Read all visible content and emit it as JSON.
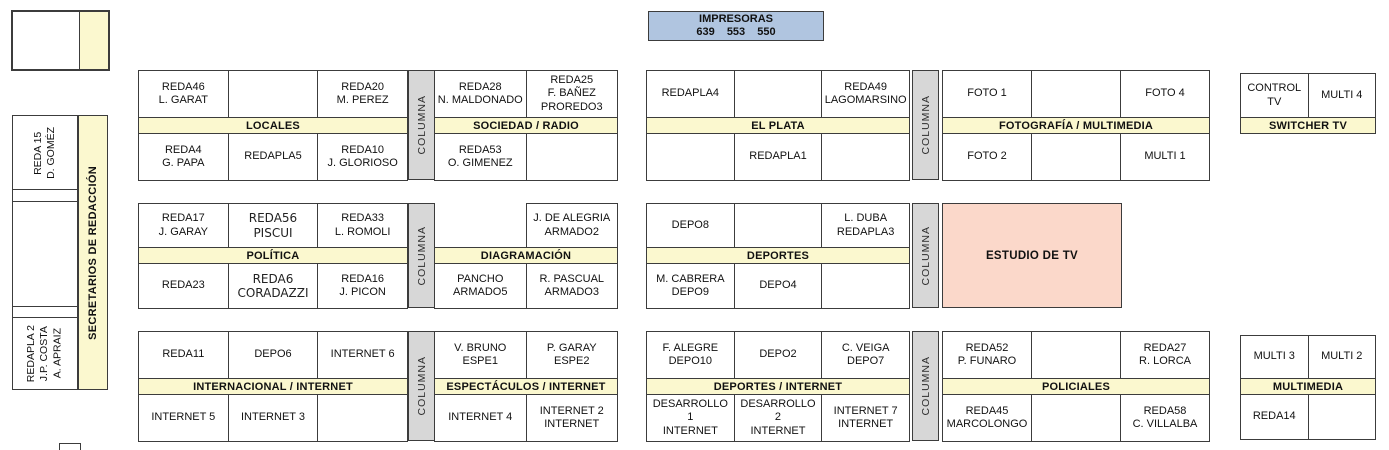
{
  "impresoras": {
    "title": "IMPRESORAS",
    "numbers": "639 553 550"
  },
  "legend": {
    "columna": "COLUMNA"
  },
  "sidebar": {
    "strip": "SECRETARIOS DE REDACCIÓN",
    "top_cell": [
      "REDA 15",
      "D. GOMÉZ"
    ],
    "bottom_cell": [
      "REDAPLA 2",
      "J.P. COSTA",
      "A. APRAIZ"
    ]
  },
  "estudio": {
    "label": "ESTUDIO DE TV"
  },
  "colors": {
    "label_yellow": "#fbf8cf",
    "pillar_gray": "#d7d7d7",
    "printers_blue": "#b0c5e0",
    "studio_pink": "#fbd8ca"
  },
  "groups": [
    {
      "id": "locales",
      "label": "LOCALES",
      "top": [
        [
          "REDA46",
          "L. GARAT"
        ],
        [],
        [
          "REDA20",
          "M. PEREZ"
        ]
      ],
      "bottom": [
        [
          "REDA4",
          "G. PAPA"
        ],
        [
          "REDAPLA5"
        ],
        [
          "REDA10",
          "J. GLORIOSO"
        ]
      ]
    },
    {
      "id": "sociedad",
      "label": "SOCIEDAD / RADIO",
      "top": [
        [
          "REDA28",
          "N. MALDONADO"
        ],
        [
          "REDA25",
          "F. BAÑEZ",
          "PROREDO3"
        ]
      ],
      "bottom": [
        [
          "REDA53",
          "O. GIMENEZ"
        ],
        []
      ]
    },
    {
      "id": "elplata",
      "label": "EL PLATA",
      "top": [
        [
          "REDAPLA4"
        ],
        [],
        [
          "REDA49",
          "LAGOMARSINO"
        ]
      ],
      "bottom": [
        [],
        [
          "REDAPLA1"
        ],
        []
      ]
    },
    {
      "id": "foto",
      "label": "FOTOGRAFÍA / MULTIMEDIA",
      "top": [
        [
          "FOTO 1"
        ],
        [],
        [
          "FOTO 4"
        ]
      ],
      "bottom": [
        [
          "FOTO 2"
        ],
        [],
        [
          "MULTI 1"
        ]
      ]
    },
    {
      "id": "switcher",
      "label": "SWITCHER TV",
      "top": [
        [
          "CONTROL TV"
        ],
        [
          "MULTI 4"
        ]
      ],
      "bottom": null
    },
    {
      "id": "politica",
      "label": "POLÍTICA",
      "top": [
        [
          "REDA17",
          "J. GARAY"
        ],
        {
          "lines": [
            "REDA56",
            "PISCUI"
          ],
          "alt": true
        },
        [
          "REDA33",
          "L. ROMOLI"
        ]
      ],
      "bottom": [
        [
          "REDA23"
        ],
        {
          "lines": [
            "REDA6",
            "CORADAZZI"
          ],
          "alt": true
        },
        [
          "REDA16",
          "J. PICON"
        ]
      ]
    },
    {
      "id": "diagramacion",
      "label": "DIAGRAMACIÓN",
      "top": [
        {
          "ghost": true
        },
        [
          "J. DE ALEGRIA",
          "ARMADO2"
        ]
      ],
      "bottom": [
        [
          "PANCHO",
          "ARMADO5"
        ],
        [
          "R. PASCUAL",
          "ARMADO3"
        ]
      ]
    },
    {
      "id": "deportes",
      "label": "DEPORTES",
      "top": [
        [
          "DEPO8"
        ],
        [],
        [
          "L. DUBA",
          "REDAPLA3"
        ]
      ],
      "bottom": [
        [
          "M. CABRERA",
          "DEPO9"
        ],
        [
          "DEPO4"
        ],
        []
      ]
    },
    {
      "id": "internacional",
      "label": "INTERNACIONAL / INTERNET",
      "top": [
        [
          "REDA11"
        ],
        [
          "DEPO6"
        ],
        [
          "INTERNET 6"
        ]
      ],
      "bottom": [
        [
          "INTERNET 5"
        ],
        [
          "INTERNET 3"
        ],
        []
      ]
    },
    {
      "id": "espectaculos",
      "label": "ESPECTÁCULOS / INTERNET",
      "top": [
        [
          "V. BRUNO",
          "ESPE1"
        ],
        [
          "P. GARAY",
          "ESPE2"
        ]
      ],
      "bottom": [
        [
          "INTERNET 4"
        ],
        [
          "INTERNET 2",
          "INTERNET"
        ]
      ]
    },
    {
      "id": "deportes_internet",
      "label": "DEPORTES / INTERNET",
      "top": [
        [
          "F. ALEGRE",
          "DEPO10"
        ],
        [
          "DEPO2"
        ],
        [
          "C. VEIGA",
          "DEPO7"
        ]
      ],
      "bottom": [
        [
          "DESARROLLO 1",
          "INTERNET"
        ],
        [
          "DESARROLLO 2",
          "INTERNET"
        ],
        [
          "INTERNET 7",
          "INTERNET"
        ]
      ]
    },
    {
      "id": "policiales",
      "label": "POLICIALES",
      "top": [
        [
          "REDA52",
          "P. FUNARO"
        ],
        [],
        [
          "REDA27",
          "R. LORCA"
        ]
      ],
      "bottom": [
        [
          "REDA45",
          "MARCOLONGO"
        ],
        [],
        [
          "REDA58",
          "C. VILLALBA"
        ]
      ]
    },
    {
      "id": "multimedia",
      "label": "MULTIMEDIA",
      "top": [
        [
          "MULTI 3"
        ],
        [
          "MULTI 2"
        ]
      ],
      "bottom": [
        [
          "REDA14"
        ],
        []
      ]
    }
  ]
}
